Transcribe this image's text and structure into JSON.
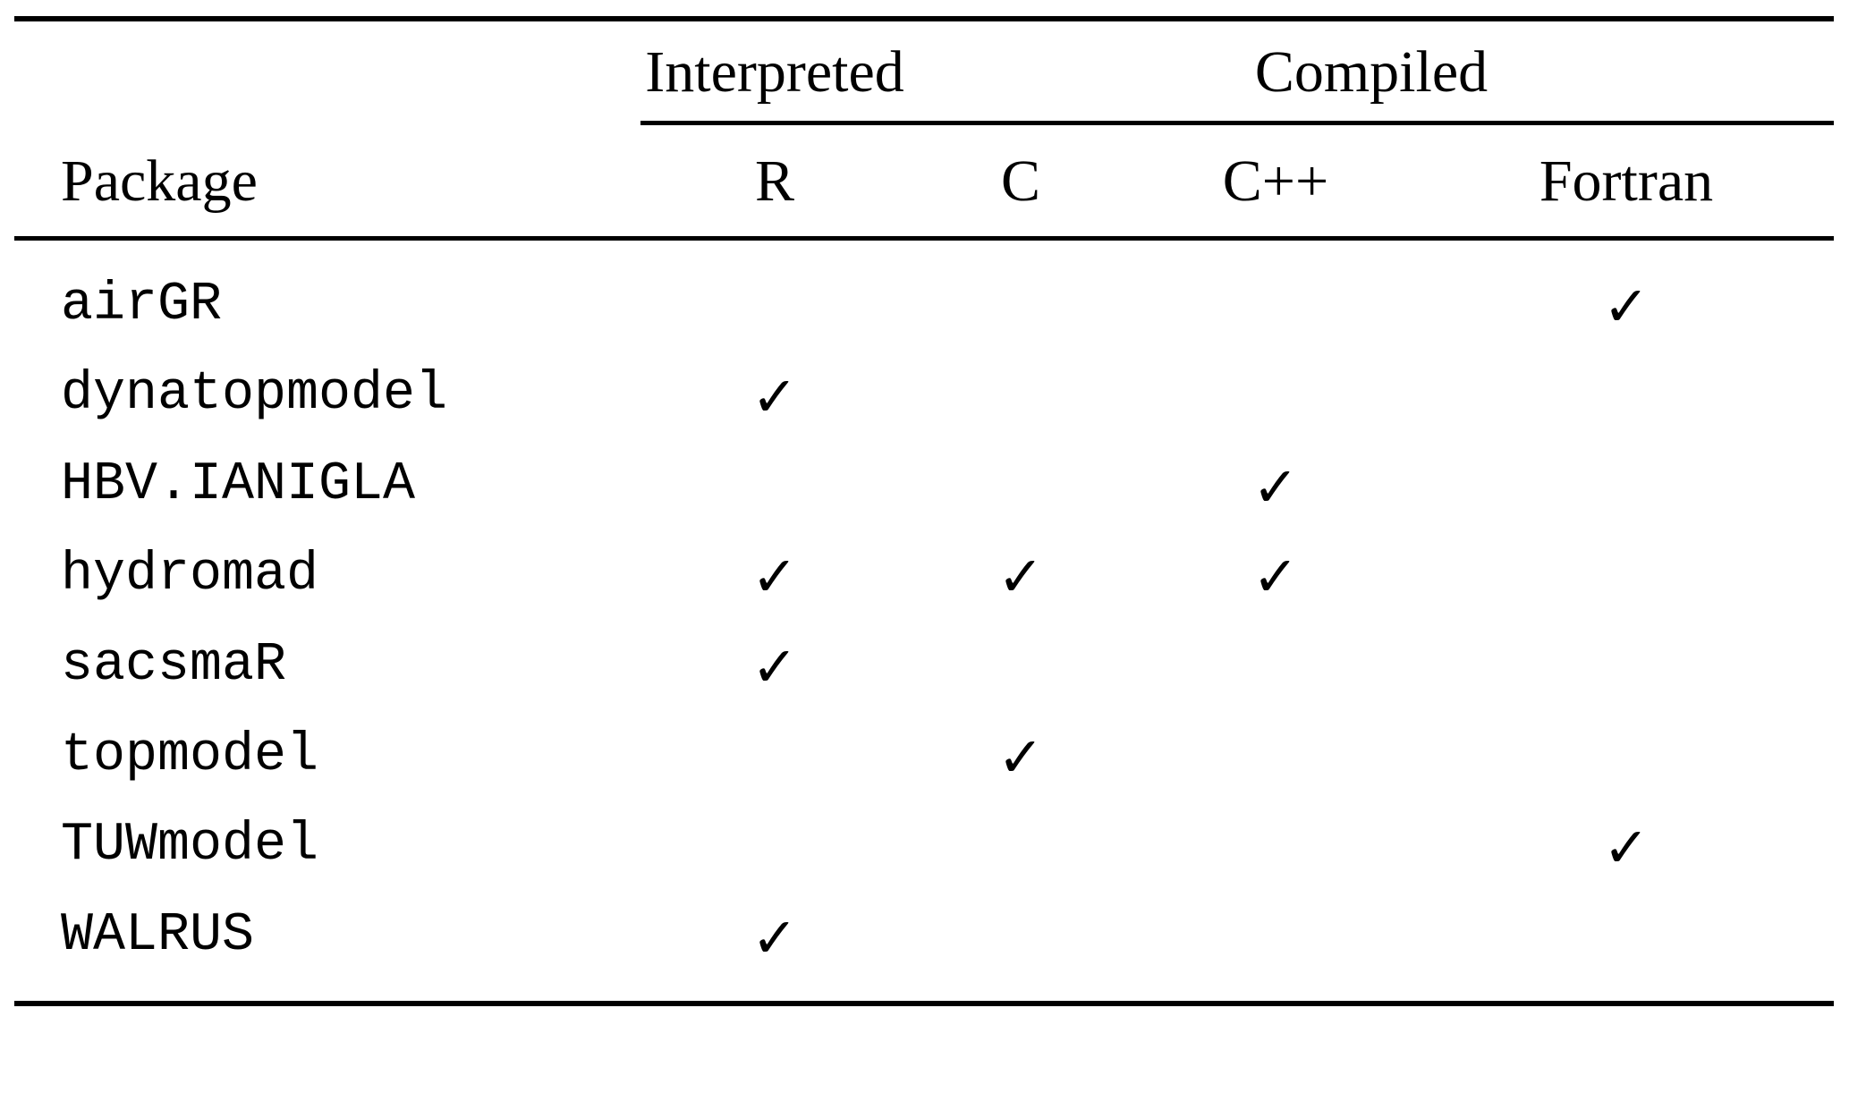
{
  "table": {
    "group_headers": [
      {
        "label": "",
        "span": 1
      },
      {
        "label": "Interpreted",
        "span": 1
      },
      {
        "label": "Compiled",
        "span": 3
      }
    ],
    "interpreted_label": "Interpreted",
    "compiled_label": "Compiled",
    "columns": [
      {
        "key": "package",
        "label": "Package"
      },
      {
        "key": "r",
        "label": "R"
      },
      {
        "key": "c",
        "label": "C"
      },
      {
        "key": "cpp",
        "label": "C++"
      },
      {
        "key": "fortran",
        "label": "Fortran"
      }
    ],
    "check_glyph": "✓",
    "rows": [
      {
        "package": "airGR",
        "r": false,
        "c": false,
        "cpp": false,
        "fortran": true
      },
      {
        "package": "dynatopmodel",
        "r": true,
        "c": false,
        "cpp": false,
        "fortran": false
      },
      {
        "package": "HBV.IANIGLA",
        "r": false,
        "c": false,
        "cpp": true,
        "fortran": false
      },
      {
        "package": "hydromad",
        "r": true,
        "c": true,
        "cpp": true,
        "fortran": false
      },
      {
        "package": "sacsmaR",
        "r": true,
        "c": false,
        "cpp": false,
        "fortran": false
      },
      {
        "package": "topmodel",
        "r": false,
        "c": true,
        "cpp": false,
        "fortran": false
      },
      {
        "package": "TUWmodel",
        "r": false,
        "c": false,
        "cpp": false,
        "fortran": true
      },
      {
        "package": "WALRUS",
        "r": true,
        "c": false,
        "cpp": false,
        "fortran": false
      }
    ]
  },
  "colors": {
    "rule": "#000000",
    "text": "#000000",
    "background": "#ffffff"
  }
}
